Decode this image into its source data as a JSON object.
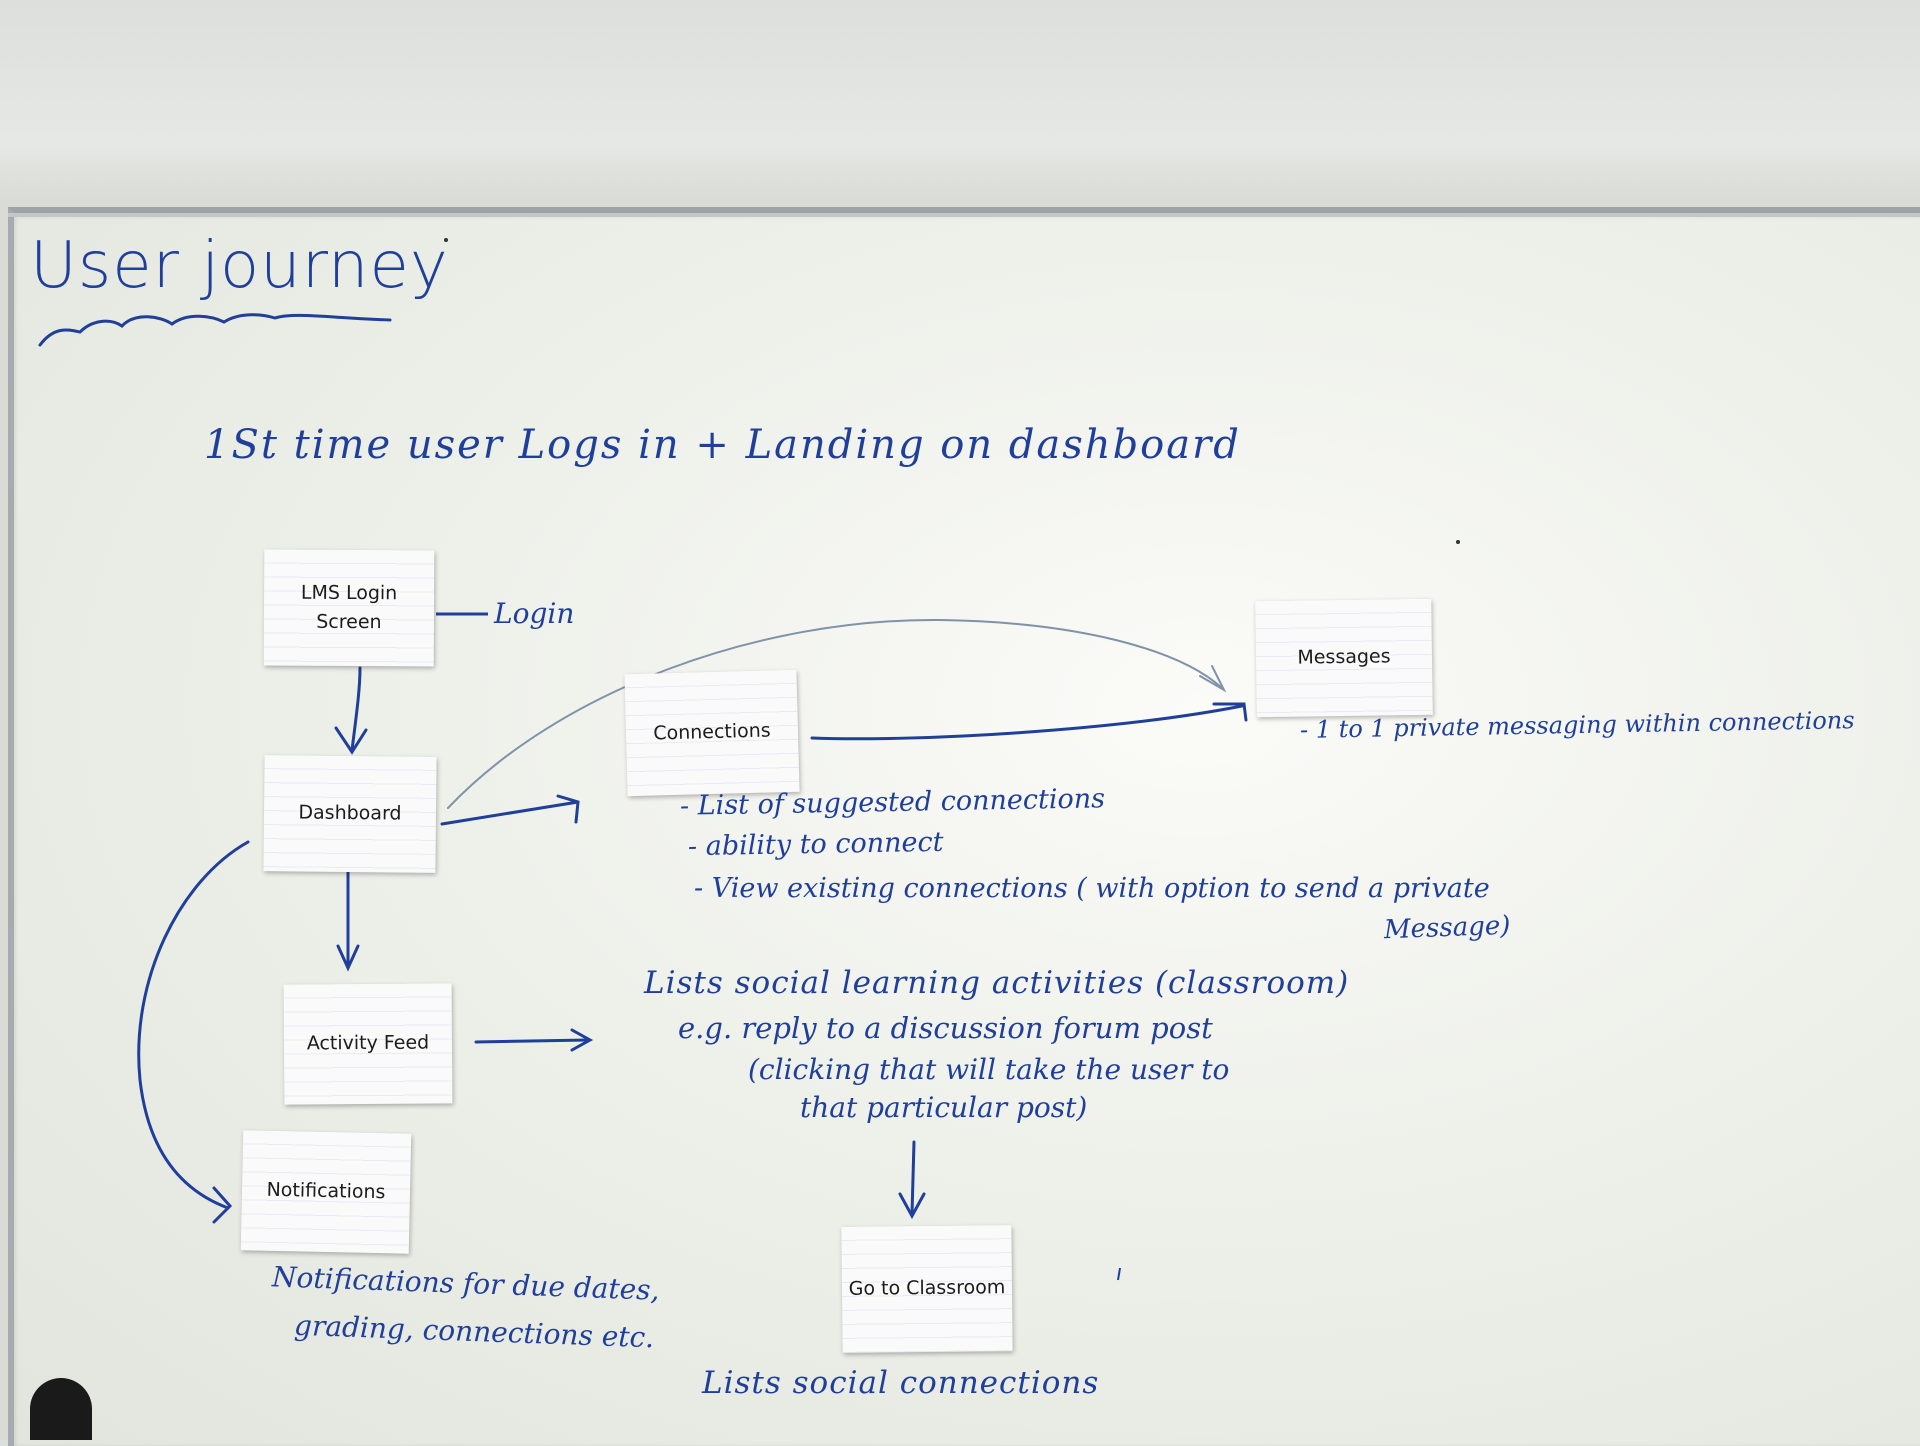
{
  "board": {
    "title": "User journey",
    "subtitle": "1St time user Logs in + Landing on dashboard"
  },
  "cards": {
    "login": "LMS Login\nScreen",
    "dashboard": "Dashboard",
    "connections": "Connections",
    "messages": "Messages",
    "activity": "Activity Feed",
    "notifications": "Notifications",
    "classroom": "Go to Classroom"
  },
  "notes": {
    "login_action": "Login",
    "messages_desc": "- 1 to 1 private messaging within connections",
    "connections_1": "- List of suggested connections",
    "connections_2": "- ability to connect",
    "connections_3": "- View existing connections ( with option to send a private",
    "connections_3b": "Message)",
    "activity_1": "Lists social learning activities (classroom)",
    "activity_2": "e.g. reply to a discussion forum post",
    "activity_3": "(clicking that will take the user to",
    "activity_4": "that particular post)",
    "notifications_1": "Notifications for due dates,",
    "notifications_2": "grading, connections etc.",
    "classroom_desc": "Lists social connections"
  },
  "colors": {
    "ink": "#1f3f9a",
    "board": "#f2f3ee",
    "card": "#fafafa"
  }
}
